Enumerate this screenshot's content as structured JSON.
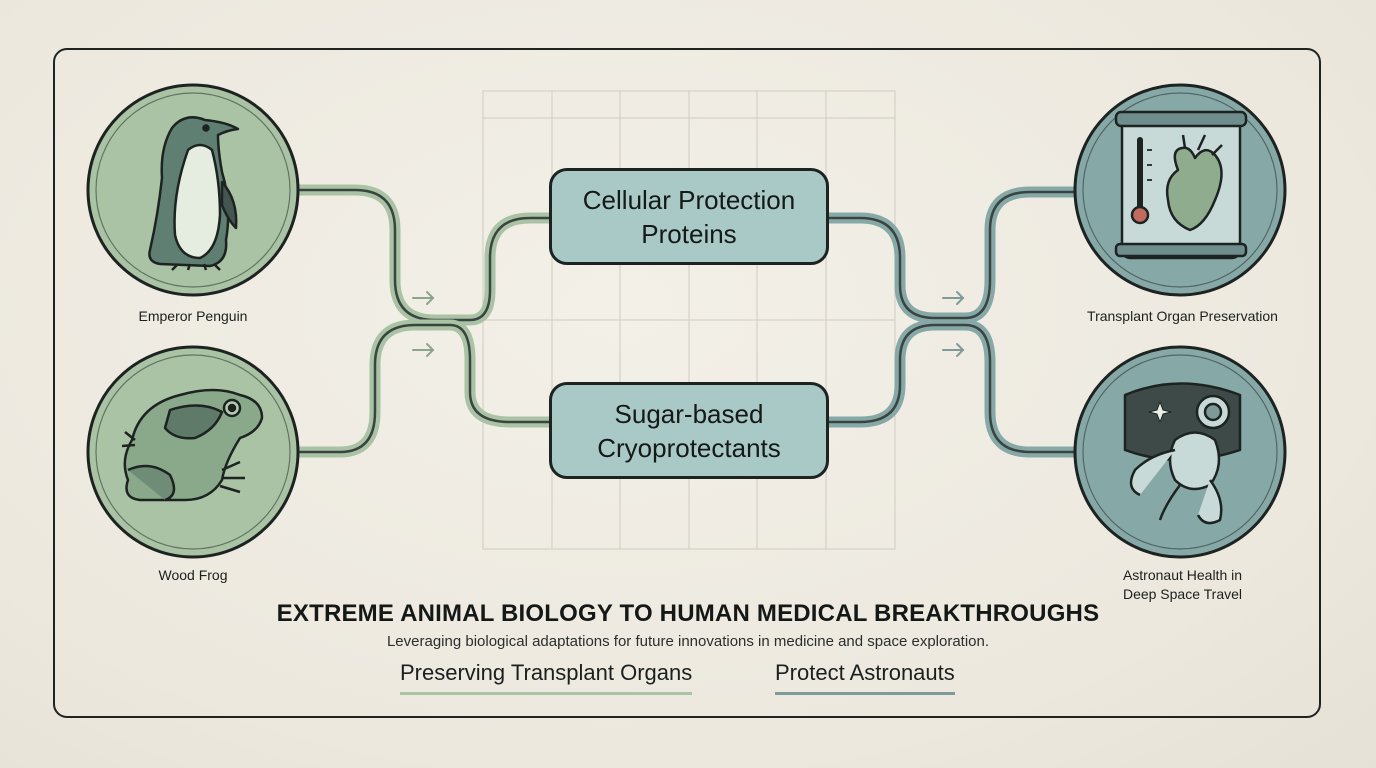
{
  "inputs": [
    {
      "label": "Emperor Penguin",
      "icon": "penguin-icon"
    },
    {
      "label": "Wood Frog",
      "icon": "frog-icon"
    }
  ],
  "mechanisms": [
    {
      "label": "Cellular Protection\nProteins"
    },
    {
      "label": "Sugar-based\nCryoprotectants"
    }
  ],
  "outputs": [
    {
      "label": "Transplant Organ Preservation",
      "icon": "heart-in-chamber-icon"
    },
    {
      "label": "Astronaut Health in\nDeep Space Travel",
      "icon": "astronaut-icon"
    }
  ],
  "title": "EXTREME ANIMAL BIOLOGY TO HUMAN MEDICAL BREAKTHROUGHS",
  "subtitle": "Leveraging biological adaptations for future innovations in medicine and space exploration.",
  "footer": {
    "left": "Preserving Transplant Organs",
    "right": "Protect Astronauts"
  },
  "colors": {
    "background": "#efebe2",
    "frame": "#1f2421",
    "green": "#9fbd9a",
    "teal": "#7fa3a3",
    "box_fill": "#a8c9c5",
    "circle_green": "#a9c3a4",
    "circle_teal": "#86a9a8"
  }
}
